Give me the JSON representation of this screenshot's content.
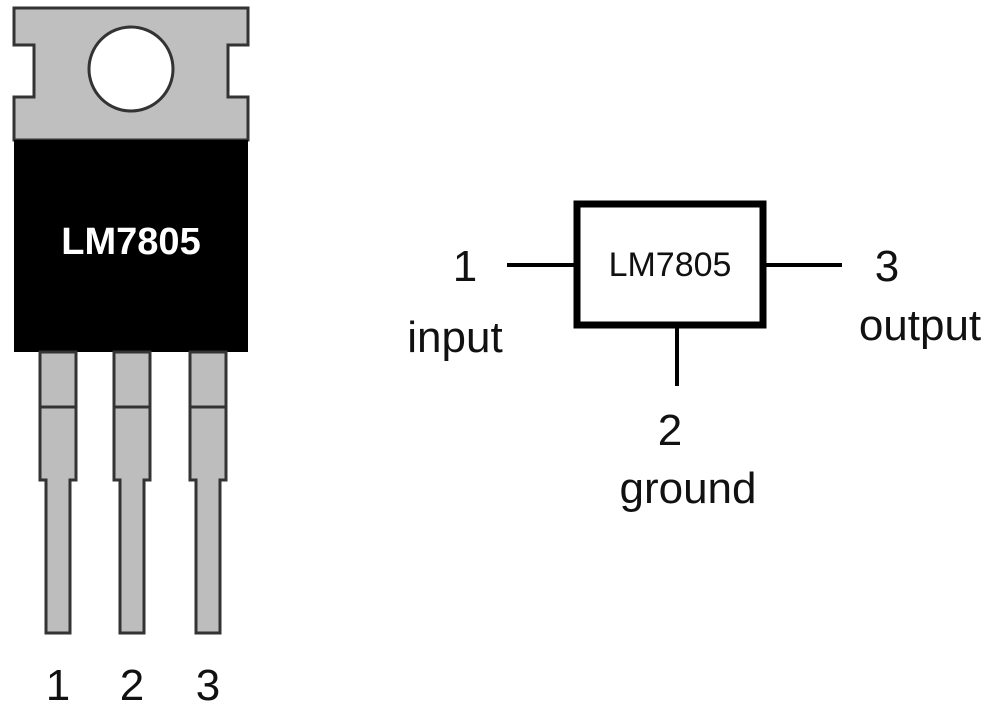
{
  "package": {
    "label": "LM7805",
    "legs": [
      "1",
      "2",
      "3"
    ],
    "colors": {
      "tab": "#bfbfbf",
      "body": "#000000",
      "leg": "#bdbdbd",
      "outline": "#333333"
    }
  },
  "symbol": {
    "label": "LM7805",
    "pins": {
      "input": {
        "number": "1",
        "name": "input"
      },
      "ground": {
        "number": "2",
        "name": "ground"
      },
      "output": {
        "number": "3",
        "name": "output"
      }
    }
  }
}
